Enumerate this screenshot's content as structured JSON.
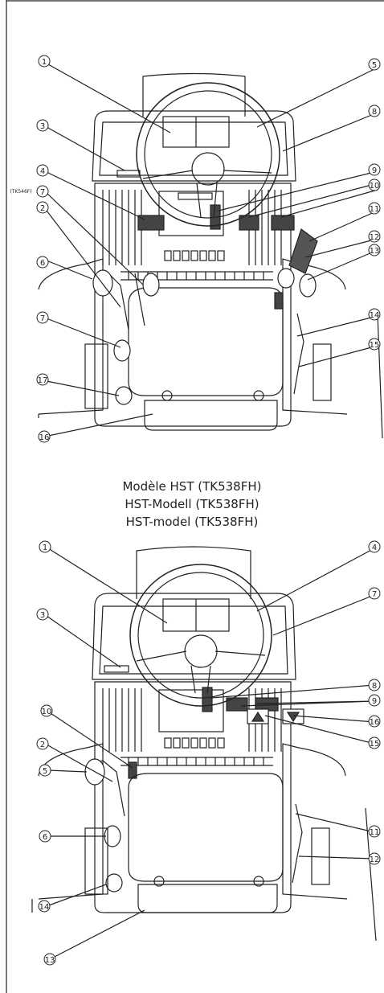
{
  "diagram_top": {
    "label_variant": "(TK546F)",
    "callouts": [
      "1",
      "5",
      "3",
      "8",
      "4",
      "7",
      "9",
      "10",
      "2",
      "11",
      "12",
      "6",
      "13",
      "7",
      "14",
      "15",
      "17",
      "16"
    ]
  },
  "caption": {
    "line1": "Modèle HST (TK538FH)",
    "line2": "HST-Modell (TK538FH)",
    "line3": "HST-model (TK538FH)"
  },
  "diagram_bottom": {
    "callouts": [
      "1",
      "4",
      "3",
      "7",
      "8",
      "10",
      "9",
      "2",
      "16",
      "15",
      "5",
      "6",
      "11",
      "12",
      "14",
      "13"
    ]
  }
}
